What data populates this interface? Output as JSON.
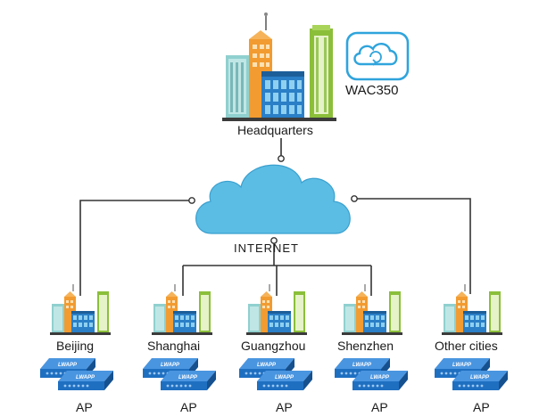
{
  "headquarters": {
    "label": "Headquarters",
    "controller_label": "WAC350",
    "controller_icon": "cloud-controller-icon"
  },
  "network": {
    "label": "INTERNET",
    "icon": "cloud-icon"
  },
  "branches": [
    {
      "city": "Beijing",
      "device_label": "AP"
    },
    {
      "city": "Shanghai",
      "device_label": "AP"
    },
    {
      "city": "Guangzhou",
      "device_label": "AP"
    },
    {
      "city": "Shenzhen",
      "device_label": "AP"
    },
    {
      "city": "Other cities",
      "device_label": "AP"
    }
  ],
  "device_badge": "LWAPP",
  "colors": {
    "cloud": "#5bbde4",
    "controller_outline": "#2fa4dc",
    "ap_blue": "#1f6fc1",
    "building_green": "#8bbf3a",
    "building_orange": "#f29b30",
    "building_teal": "#7fc7c7",
    "building_blue": "#2a7fc6",
    "line": "#333333"
  }
}
